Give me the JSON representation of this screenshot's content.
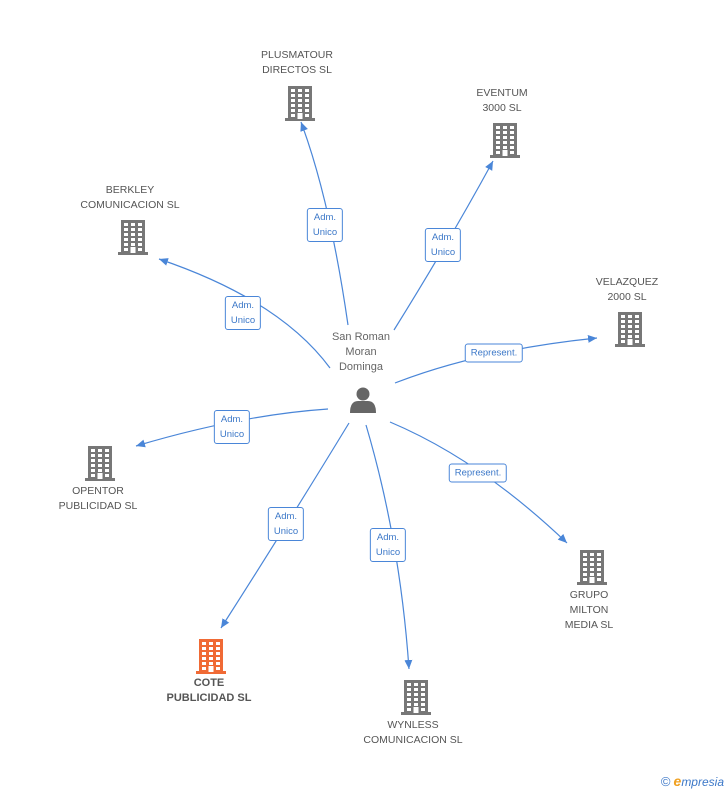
{
  "center": {
    "label": "San Roman\nMoran\nDominga",
    "icon": "person-icon"
  },
  "companies": [
    {
      "id": "plusmatour",
      "label": "PLUSMATOUR\nDIRECTOS SL",
      "highlight": false
    },
    {
      "id": "eventum",
      "label": "EVENTUM\n3000 SL",
      "highlight": false
    },
    {
      "id": "berkley",
      "label": "BERKLEY\nCOMUNICACION SL",
      "highlight": false
    },
    {
      "id": "velazquez",
      "label": "VELAZQUEZ\n2000 SL",
      "highlight": false
    },
    {
      "id": "opentor",
      "label": "OPENTOR\nPUBLICIDAD SL",
      "highlight": false
    },
    {
      "id": "grupo-milton",
      "label": "GRUPO\nMILTON\nMEDIA SL",
      "highlight": false
    },
    {
      "id": "cote",
      "label": "COTE\nPUBLICIDAD SL",
      "highlight": true
    },
    {
      "id": "wynless",
      "label": "WYNLESS\nCOMUNICACION SL",
      "highlight": false
    }
  ],
  "edges": [
    {
      "to": "plusmatour",
      "label": "Adm.\nUnico"
    },
    {
      "to": "eventum",
      "label": "Adm.\nUnico"
    },
    {
      "to": "berkley",
      "label": "Adm.\nUnico"
    },
    {
      "to": "velazquez",
      "label": "Represent."
    },
    {
      "to": "opentor",
      "label": "Adm.\nUnico"
    },
    {
      "to": "grupo-milton",
      "label": "Represent."
    },
    {
      "to": "cote",
      "label": "Adm.\nUnico"
    },
    {
      "to": "wynless",
      "label": "Adm.\nUnico"
    }
  ],
  "colors": {
    "edge": "#4a86d8",
    "building": "#777777",
    "building_highlight": "#f06a35",
    "person": "#666666"
  },
  "footer": {
    "copyright": "©",
    "brand_initial": "e",
    "brand_rest": "mpresia"
  }
}
